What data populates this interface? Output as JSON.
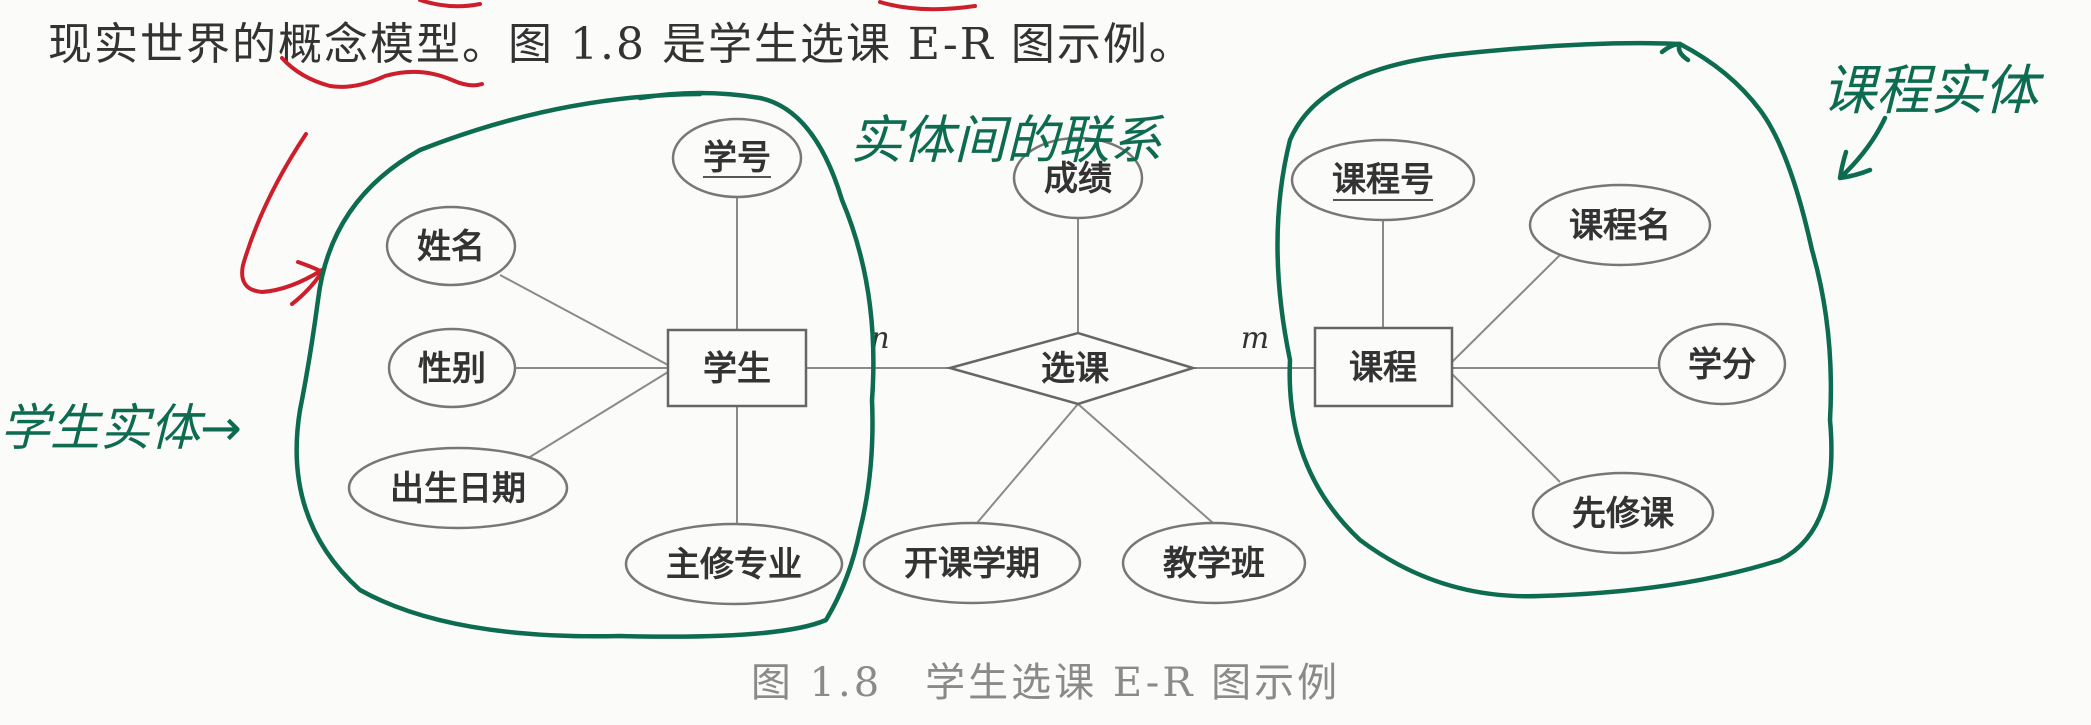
{
  "intro_text": "现实世界的概念模型。图 1.8 是学生选课 E-R 图示例。",
  "caption": "图 1.8　学生选课 E-R 图示例",
  "entities": {
    "student": "学生",
    "course": "课程"
  },
  "relationship": "选课",
  "student_attributes": [
    "学号",
    "姓名",
    "性别",
    "出生日期",
    "主修专业"
  ],
  "relationship_attributes": [
    "成绩",
    "开课学期",
    "教学班"
  ],
  "course_attributes": [
    "课程号",
    "课程名",
    "学分",
    "先修课"
  ],
  "cardinality": {
    "student_side": "n",
    "course_side": "m"
  },
  "annotations": {
    "student_entity": "学生实体→",
    "relationship_between_entities": "实体间的联系",
    "course_entity": "课程实体"
  },
  "colors": {
    "ink_green": "#0d6b50",
    "ink_red": "#cc1f2b",
    "ellipse_stroke": "#777777"
  }
}
